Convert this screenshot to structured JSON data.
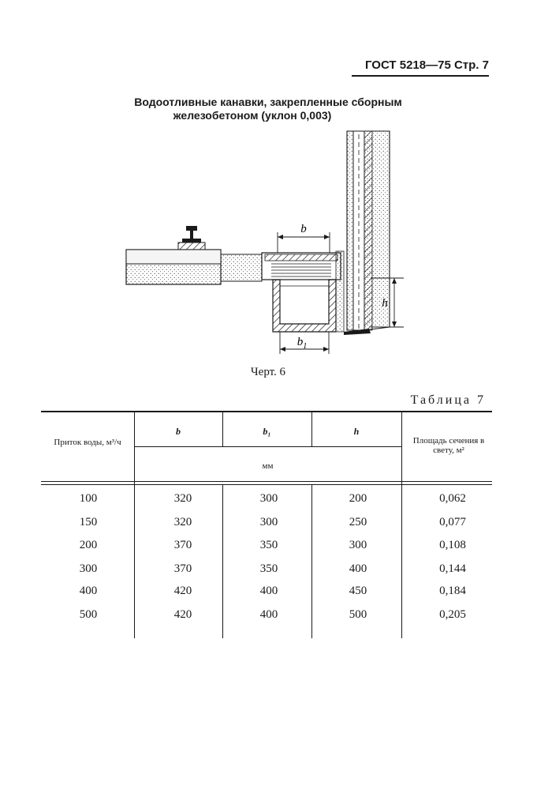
{
  "header": {
    "text": "ГОСТ 5218—75 Стр. 7"
  },
  "caption": {
    "line1": "Водоотливные канавки, закрепленные сборным",
    "line2": "железобетоном (уклон 0,003)"
  },
  "drawing": {
    "label_b": "b",
    "label_b1": "b",
    "label_b1_sub": "1",
    "label_h": "h",
    "figure_label": "Черт. 6"
  },
  "table": {
    "title": "Таблица 7",
    "headers": {
      "col0": "Приток воды, м³/ч",
      "col1": "b",
      "col2": "b₁",
      "col3": "h",
      "units": "мм",
      "col4": "Площадь сечения в свету, м²"
    },
    "rows": [
      [
        "100",
        "320",
        "300",
        "200",
        "0,062"
      ],
      [
        "150",
        "320",
        "300",
        "250",
        "0,077"
      ],
      [
        "200",
        "370",
        "350",
        "300",
        "0,108"
      ],
      [
        "300",
        "370",
        "350",
        "400",
        "0,144"
      ],
      [
        "400",
        "420",
        "400",
        "450",
        "0,184"
      ],
      [
        "500",
        "420",
        "400",
        "500",
        "0,205"
      ]
    ]
  }
}
